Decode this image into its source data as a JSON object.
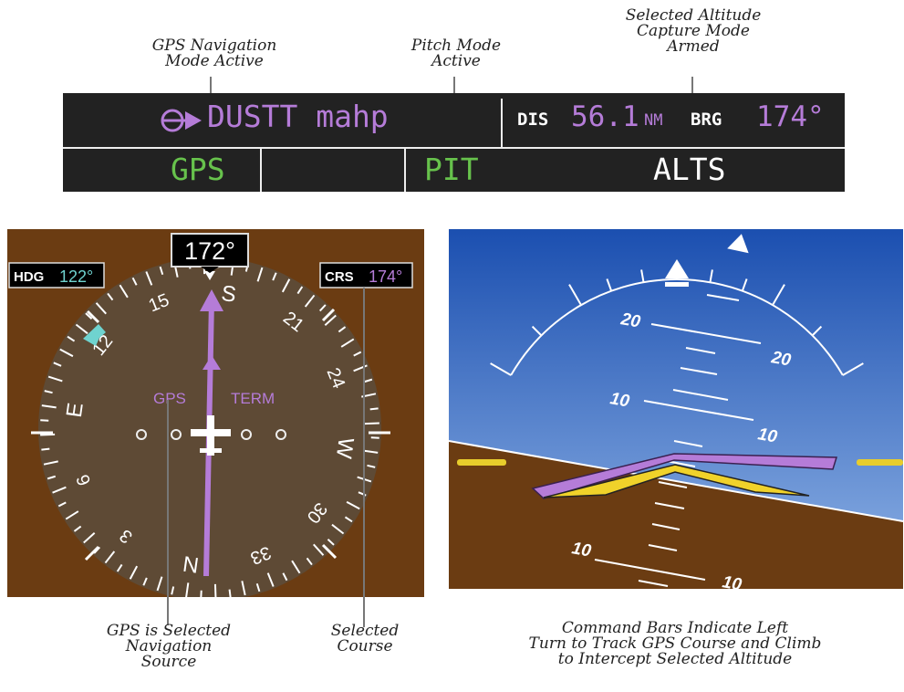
{
  "callouts": {
    "gps_nav_mode": "GPS Navigation\nMode Active",
    "pitch_mode": "Pitch Mode\nActive",
    "selected_altitude": "Selected Altitude\nCapture Mode\nArmed",
    "gps_source": "GPS is Selected\nNavigation\nSource",
    "selected_course": "Selected\nCourse",
    "command_bars": "Command Bars Indicate Left\nTurn to Track GPS Course and Climb\nto Intercept Selected Altitude"
  },
  "nav_status": {
    "active_waypoint": "DUSTT mahp",
    "dis_label": "DIS",
    "dis_value": "56.1",
    "dis_unit": "NM",
    "brg_label": "BRG",
    "brg_value": "174°"
  },
  "afcs_status": {
    "lateral_mode": "GPS",
    "vertical_mode": "PIT",
    "armed_vertical_mode": "ALTS"
  },
  "hsi": {
    "heading_readout": "172°",
    "hdg_label": "HDG",
    "hdg_value": "122°",
    "crs_label": "CRS",
    "crs_value": "174°",
    "nav_source": "GPS",
    "flight_phase": "TERM",
    "card_labels": [
      "N",
      "3",
      "6",
      "E",
      "12",
      "15",
      "S",
      "21",
      "24",
      "W",
      "30",
      "33"
    ]
  },
  "attitude": {
    "pitch_labels": [
      "20",
      "20",
      "10",
      "10",
      "10",
      "10"
    ]
  },
  "colors": {
    "magenta": "#b57cd8",
    "green": "#67c24c",
    "cyan_bug": "#6fd3cf",
    "sky": "#1f56b8",
    "ground": "#6b3c12",
    "command_bar_yellow": "#f0d22a"
  }
}
